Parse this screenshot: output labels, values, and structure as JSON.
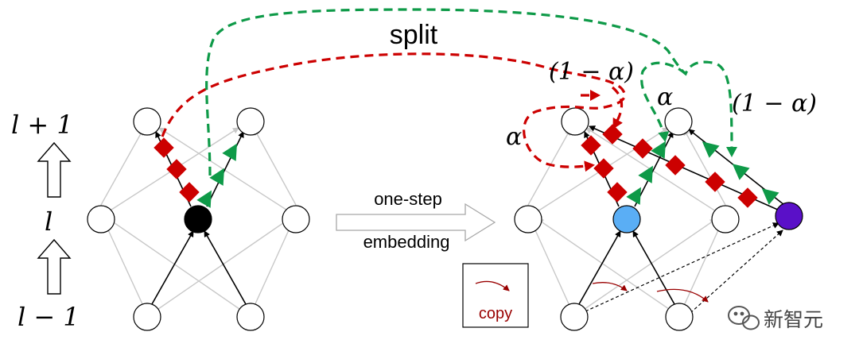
{
  "layer_labels": {
    "upper": "l + 1",
    "middle": "l",
    "lower": "l − 1"
  },
  "title": "split",
  "arrow_labels": {
    "top": "one-step",
    "bottom": "embedding"
  },
  "weights": {
    "left_one_minus_alpha": "(1 − α)",
    "left_alpha": "α",
    "right_alpha": "α",
    "right_one_minus_alpha": "(1 − α)"
  },
  "legend": {
    "copy_label": "copy"
  },
  "watermark": {
    "text": "新智元",
    "icon": "wechat-icon"
  },
  "colors": {
    "red_path": "#cc0000",
    "green_path": "#0e9a48",
    "split_blue": "#5aaef5",
    "split_purple": "#5a10c8",
    "copy_arrow": "#990000",
    "grey_edge": "#c8c8c8"
  }
}
